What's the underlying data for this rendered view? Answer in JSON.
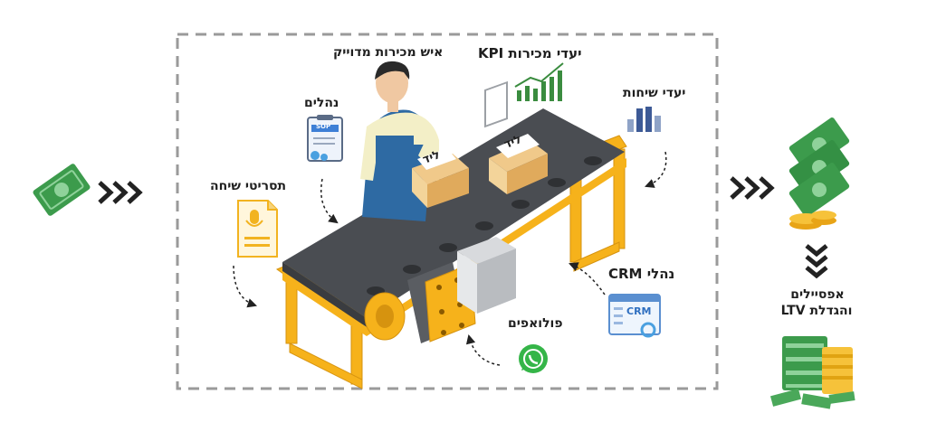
{
  "labels": {
    "salesperson": "איש מכירות מדוייק",
    "sales_kpi": "יעדי מכירות KPI",
    "call_goals": "יעדי שיחות",
    "procedures": "נהלים",
    "call_script": "תסריטי שיחה",
    "crm_management": "נהלי CRM",
    "followups": "פולואפים",
    "upsell_line1": "אפסיילים",
    "upsell_line2": "והגדלת LTV"
  },
  "box_text": "ליד",
  "sop_text": "SOP",
  "crm_text": "CRM",
  "colors": {
    "conveyor_frame": "#f6b21b",
    "belt": "#4a4d52",
    "money_green": "#3c9b4c",
    "arrow_dark": "#222222",
    "dashed_border": "#9a9a9a",
    "whatsapp": "#35b548",
    "kpi_bars": "#3a8c3f",
    "call_bars": "#3d5a96"
  },
  "icons": [
    "money-bill-icon",
    "chevron-arrows-icon",
    "sop-document-icon",
    "script-document-icon",
    "kpi-chart-icon",
    "bar-chart-icon",
    "crm-window-icon",
    "whatsapp-icon",
    "money-stack-icon",
    "coins-icon"
  ]
}
